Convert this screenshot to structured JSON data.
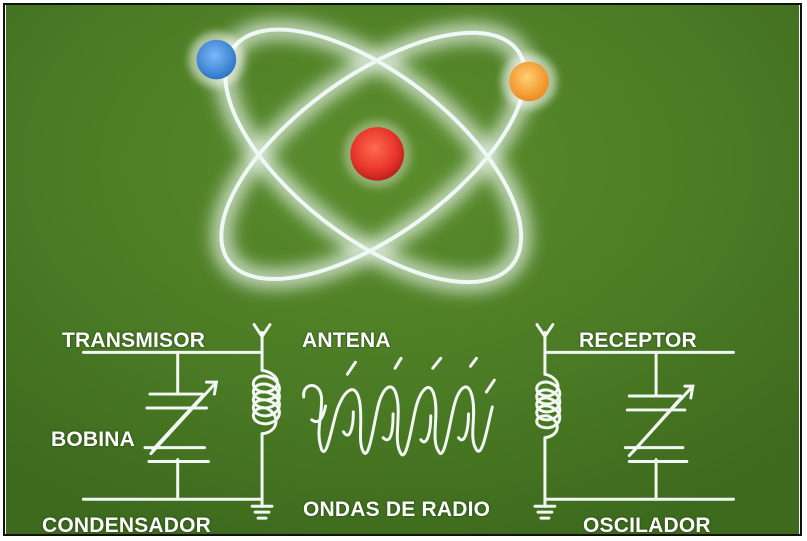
{
  "labels": {
    "transmisor": "TRANSMISOR",
    "antena": "ANTENA",
    "receptor": "RECEPTOR",
    "bobina": "BOBINA",
    "condensador": "CONDENSADOR",
    "ondas_de_radio": "ONDAS DE RADIO",
    "oscilador": "OSCILADOR"
  },
  "colors": {
    "board_green": "#4a7a24",
    "chalk_white": "#f4f8f6",
    "orbit_glow": "#e8f4f2",
    "nucleus_red": "#e8342a",
    "electron_blue": "#3d8ee0",
    "electron_orange": "#f3a030"
  }
}
